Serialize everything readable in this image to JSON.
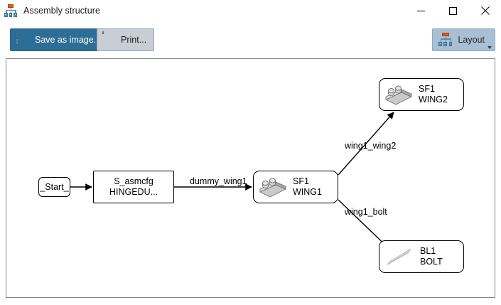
{
  "window": {
    "title": "Assembly structure",
    "icon": "hierarchy-icon",
    "controls": {
      "minimize": "minimize-icon",
      "maximize": "maximize-icon",
      "close": "close-icon"
    }
  },
  "toolbar": {
    "save_label": "Save as image...",
    "save_icon": "floppy-disk-icon",
    "print_label": "Print...",
    "print_icon": "printer-icon",
    "layout_label": "Layout",
    "layout_icon": "hierarchy-icon",
    "layout_caret": "chevron-down-icon"
  },
  "colors": {
    "save_button_bg": "#2e6d96",
    "print_button_bg": "#c9cdd5",
    "layout_button_bg": "#a9c0d4",
    "canvas_border": "#7d858e",
    "node_border": "#000000",
    "icon_accent_orange": "#e8531f",
    "icon_accent_blue": "#5b8fb0"
  },
  "graph": {
    "nodes": [
      {
        "id": "start",
        "label": "_Start_",
        "line1": "_Start_",
        "line2": "",
        "icon": "none",
        "shape": "rounded-rect"
      },
      {
        "id": "asmcfg",
        "label": "S_asmcfg HINGEDU...",
        "line1": "S_asmcfg",
        "line2": "HINGEDU...",
        "icon": "none",
        "shape": "rect"
      },
      {
        "id": "wing1",
        "label": "SF1 WING1",
        "line1": "SF1",
        "line2": "WING1",
        "icon": "surface-feature-icon",
        "shape": "rounded-rect"
      },
      {
        "id": "wing2",
        "label": "SF1 WING2",
        "line1": "SF1",
        "line2": "WING2",
        "icon": "surface-feature-icon",
        "shape": "rounded-rect"
      },
      {
        "id": "bolt",
        "label": "BL1 BOLT",
        "line1": "BL1",
        "line2": "BOLT",
        "icon": "bolt-icon",
        "shape": "rounded-rect"
      }
    ],
    "edges": [
      {
        "from": "start",
        "to": "asmcfg",
        "label": ""
      },
      {
        "from": "asmcfg",
        "to": "wing1",
        "label": "dummy_wing1"
      },
      {
        "from": "wing1",
        "to": "wing2",
        "label": "wing1_wing2"
      },
      {
        "from": "wing1",
        "to": "bolt",
        "label": "wing1_bolt"
      }
    ]
  }
}
